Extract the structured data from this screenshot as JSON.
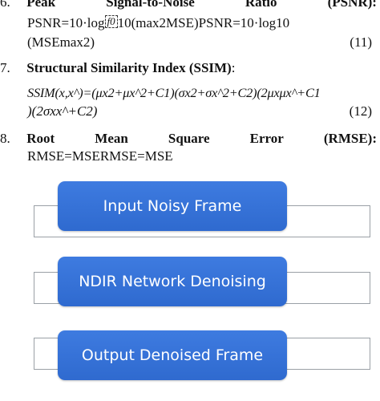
{
  "psnr": {
    "number": "6.",
    "title_words": [
      "Peak",
      "Signal-to-Noise",
      "Ratio",
      "(PSNR):"
    ],
    "line1_a": "PSNR=10·log",
    "line1_box": "f0",
    "line1_b": "10(max2MSE)PSNR=10·log10",
    "line2": "(MSEmax2)",
    "eq_number": "(11)"
  },
  "ssim": {
    "number": "7.",
    "title": "Structural Similarity Index (SSIM)",
    "title_suffix": ":",
    "line1": "SSIM(x,x^)=(μx2+μx^2+C1)(σx2+σx^2+C2)(2μxμx^+C1",
    "line2": ")(2σxx^+C2)",
    "eq_number": "(12)"
  },
  "rmse": {
    "number": "8.",
    "title_words": [
      "Root",
      "Mean",
      "Square",
      "Error",
      "(RMSE):"
    ],
    "line1": "RMSE=MSERMSE=MSE"
  },
  "flow": {
    "steps": [
      "Input Noisy Frame",
      "NDIR Network Denoising",
      "Output Denoised Frame"
    ],
    "box_color": "#3572d8",
    "outline_color": "#9aa0a6"
  }
}
